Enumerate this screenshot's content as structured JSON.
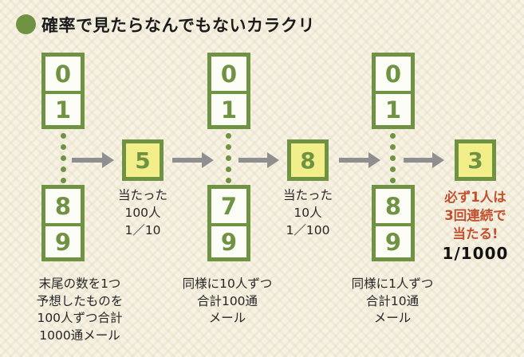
{
  "title": "確率で見たらなんでもないカラクリ",
  "colors": {
    "green": "#6f9343",
    "yellow": "#f2ee8a",
    "background": "#f7f2e3",
    "arrow_gray": "#8f8f8f",
    "red": "#c2502f"
  },
  "columns": [
    {
      "top_digits": [
        "0",
        "1"
      ],
      "bottom_digits": [
        "8",
        "9"
      ],
      "caption_lines": [
        "末尾の数を1つ",
        "予想したものを",
        "100人ずつ合計",
        "1000通メール"
      ]
    },
    {
      "top_digits": [
        "0",
        "1"
      ],
      "bottom_digits": [
        "7",
        "9"
      ],
      "caption_lines": [
        "同様に10人ずつ",
        "合計100通",
        "メール"
      ]
    },
    {
      "top_digits": [
        "0",
        "1"
      ],
      "bottom_digits": [
        "8",
        "9"
      ],
      "caption_lines": [
        "同様に1人ずつ",
        "合計10通",
        "メール"
      ]
    }
  ],
  "results": [
    {
      "digit": "5",
      "caption_lines": [
        "当たった",
        "100人",
        "1／10"
      ]
    },
    {
      "digit": "8",
      "caption_lines": [
        "当たった",
        "10人",
        "1／100"
      ]
    },
    {
      "digit": "3",
      "highlight_lines": [
        "必ず1人は",
        "3回連続で",
        "当たる!"
      ],
      "probability": "1/1000"
    }
  ]
}
